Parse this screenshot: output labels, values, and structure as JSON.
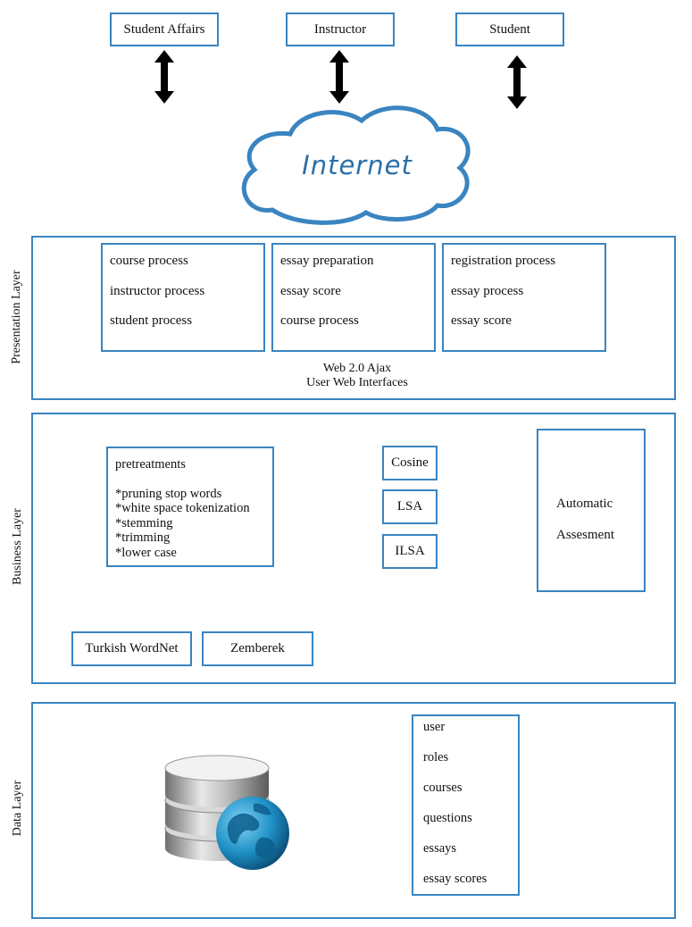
{
  "actors": [
    "Student Affairs",
    "Instructor",
    "Student"
  ],
  "cloud_label": "Internet",
  "presentation": {
    "label": "Presentation Layer",
    "columns": [
      [
        "course process",
        "instructor process",
        "student process"
      ],
      [
        "essay preparation",
        "essay score",
        "course process"
      ],
      [
        "registration process",
        "essay process",
        "essay score"
      ]
    ],
    "footer_line1": "Web 2.0 Ajax",
    "footer_line2": "User Web Interfaces"
  },
  "business": {
    "label": "Business Layer",
    "pretreatments_title": "pretreatments",
    "pretreatments_items": [
      "*pruning stop words",
      "*white space tokenization",
      "*stemming",
      "*trimming",
      "*lower case"
    ],
    "methods": [
      "Cosine",
      "LSA",
      "ILSA"
    ],
    "assessment_line1": "Automatic",
    "assessment_line2": "Assesment",
    "resources": [
      "Turkish WordNet",
      "Zemberek"
    ]
  },
  "data": {
    "label": "Data Layer",
    "entities": [
      "user",
      "roles",
      "courses",
      "questions",
      "essays",
      "essay scores"
    ]
  }
}
